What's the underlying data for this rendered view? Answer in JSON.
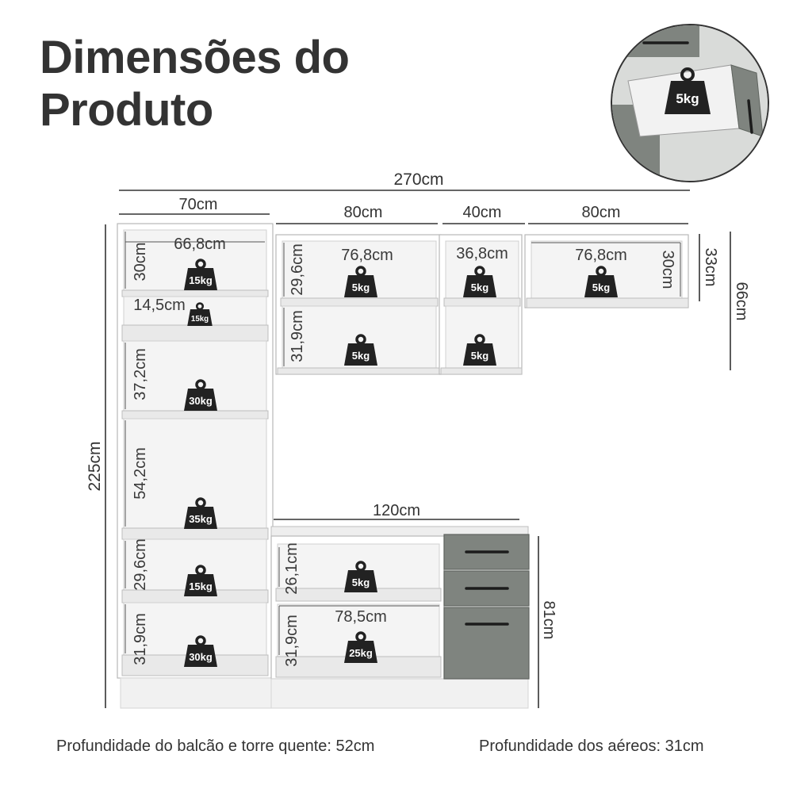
{
  "title_line1": "Dimensões do",
  "title_line2": "Produto",
  "inset": {
    "weight": "5kg"
  },
  "dims": {
    "total_width": "270cm",
    "tower_width": "70cm",
    "upper_a_width": "80cm",
    "upper_b_width": "40cm",
    "upper_c_width": "80cm",
    "total_height": "225cm",
    "upper_height": "66cm",
    "upper_c_height": "33cm",
    "counter_width": "120cm",
    "counter_height": "81cm"
  },
  "tower": {
    "shelf1_width": "66,8cm",
    "shelf1_height": "30cm",
    "shelf1_weight": "15kg",
    "shelf2_height": "14,5cm",
    "shelf2_weight": "15kg",
    "shelf3_height": "37,2cm",
    "shelf3_weight": "30kg",
    "shelf4_height": "54,2cm",
    "shelf4_weight": "35kg",
    "shelf5_height": "29,6cm",
    "shelf5_weight": "15kg",
    "shelf6_height": "31,9cm",
    "shelf6_weight": "30kg"
  },
  "upper_a": {
    "width": "76,8cm",
    "top_height": "29,6cm",
    "top_weight": "5kg",
    "bottom_height": "31,9cm",
    "bottom_weight": "5kg"
  },
  "upper_b": {
    "width": "36,8cm",
    "top_weight": "5kg",
    "bottom_weight": "5kg"
  },
  "upper_c": {
    "width": "76,8cm",
    "height": "30cm",
    "weight": "5kg"
  },
  "counter": {
    "top_height": "26,1cm",
    "top_weight": "5kg",
    "bottom_width": "78,5cm",
    "bottom_height": "31,9cm",
    "bottom_weight": "25kg"
  },
  "footer": {
    "counter_depth": "Profundidade do balcão e torre quente: 52cm",
    "upper_depth": "Profundidade dos aéreos: 31cm"
  },
  "colors": {
    "text": "#333333",
    "door_gray": "#7f847f",
    "weight_icon": "#222222",
    "cabinet_white": "#ffffff"
  }
}
